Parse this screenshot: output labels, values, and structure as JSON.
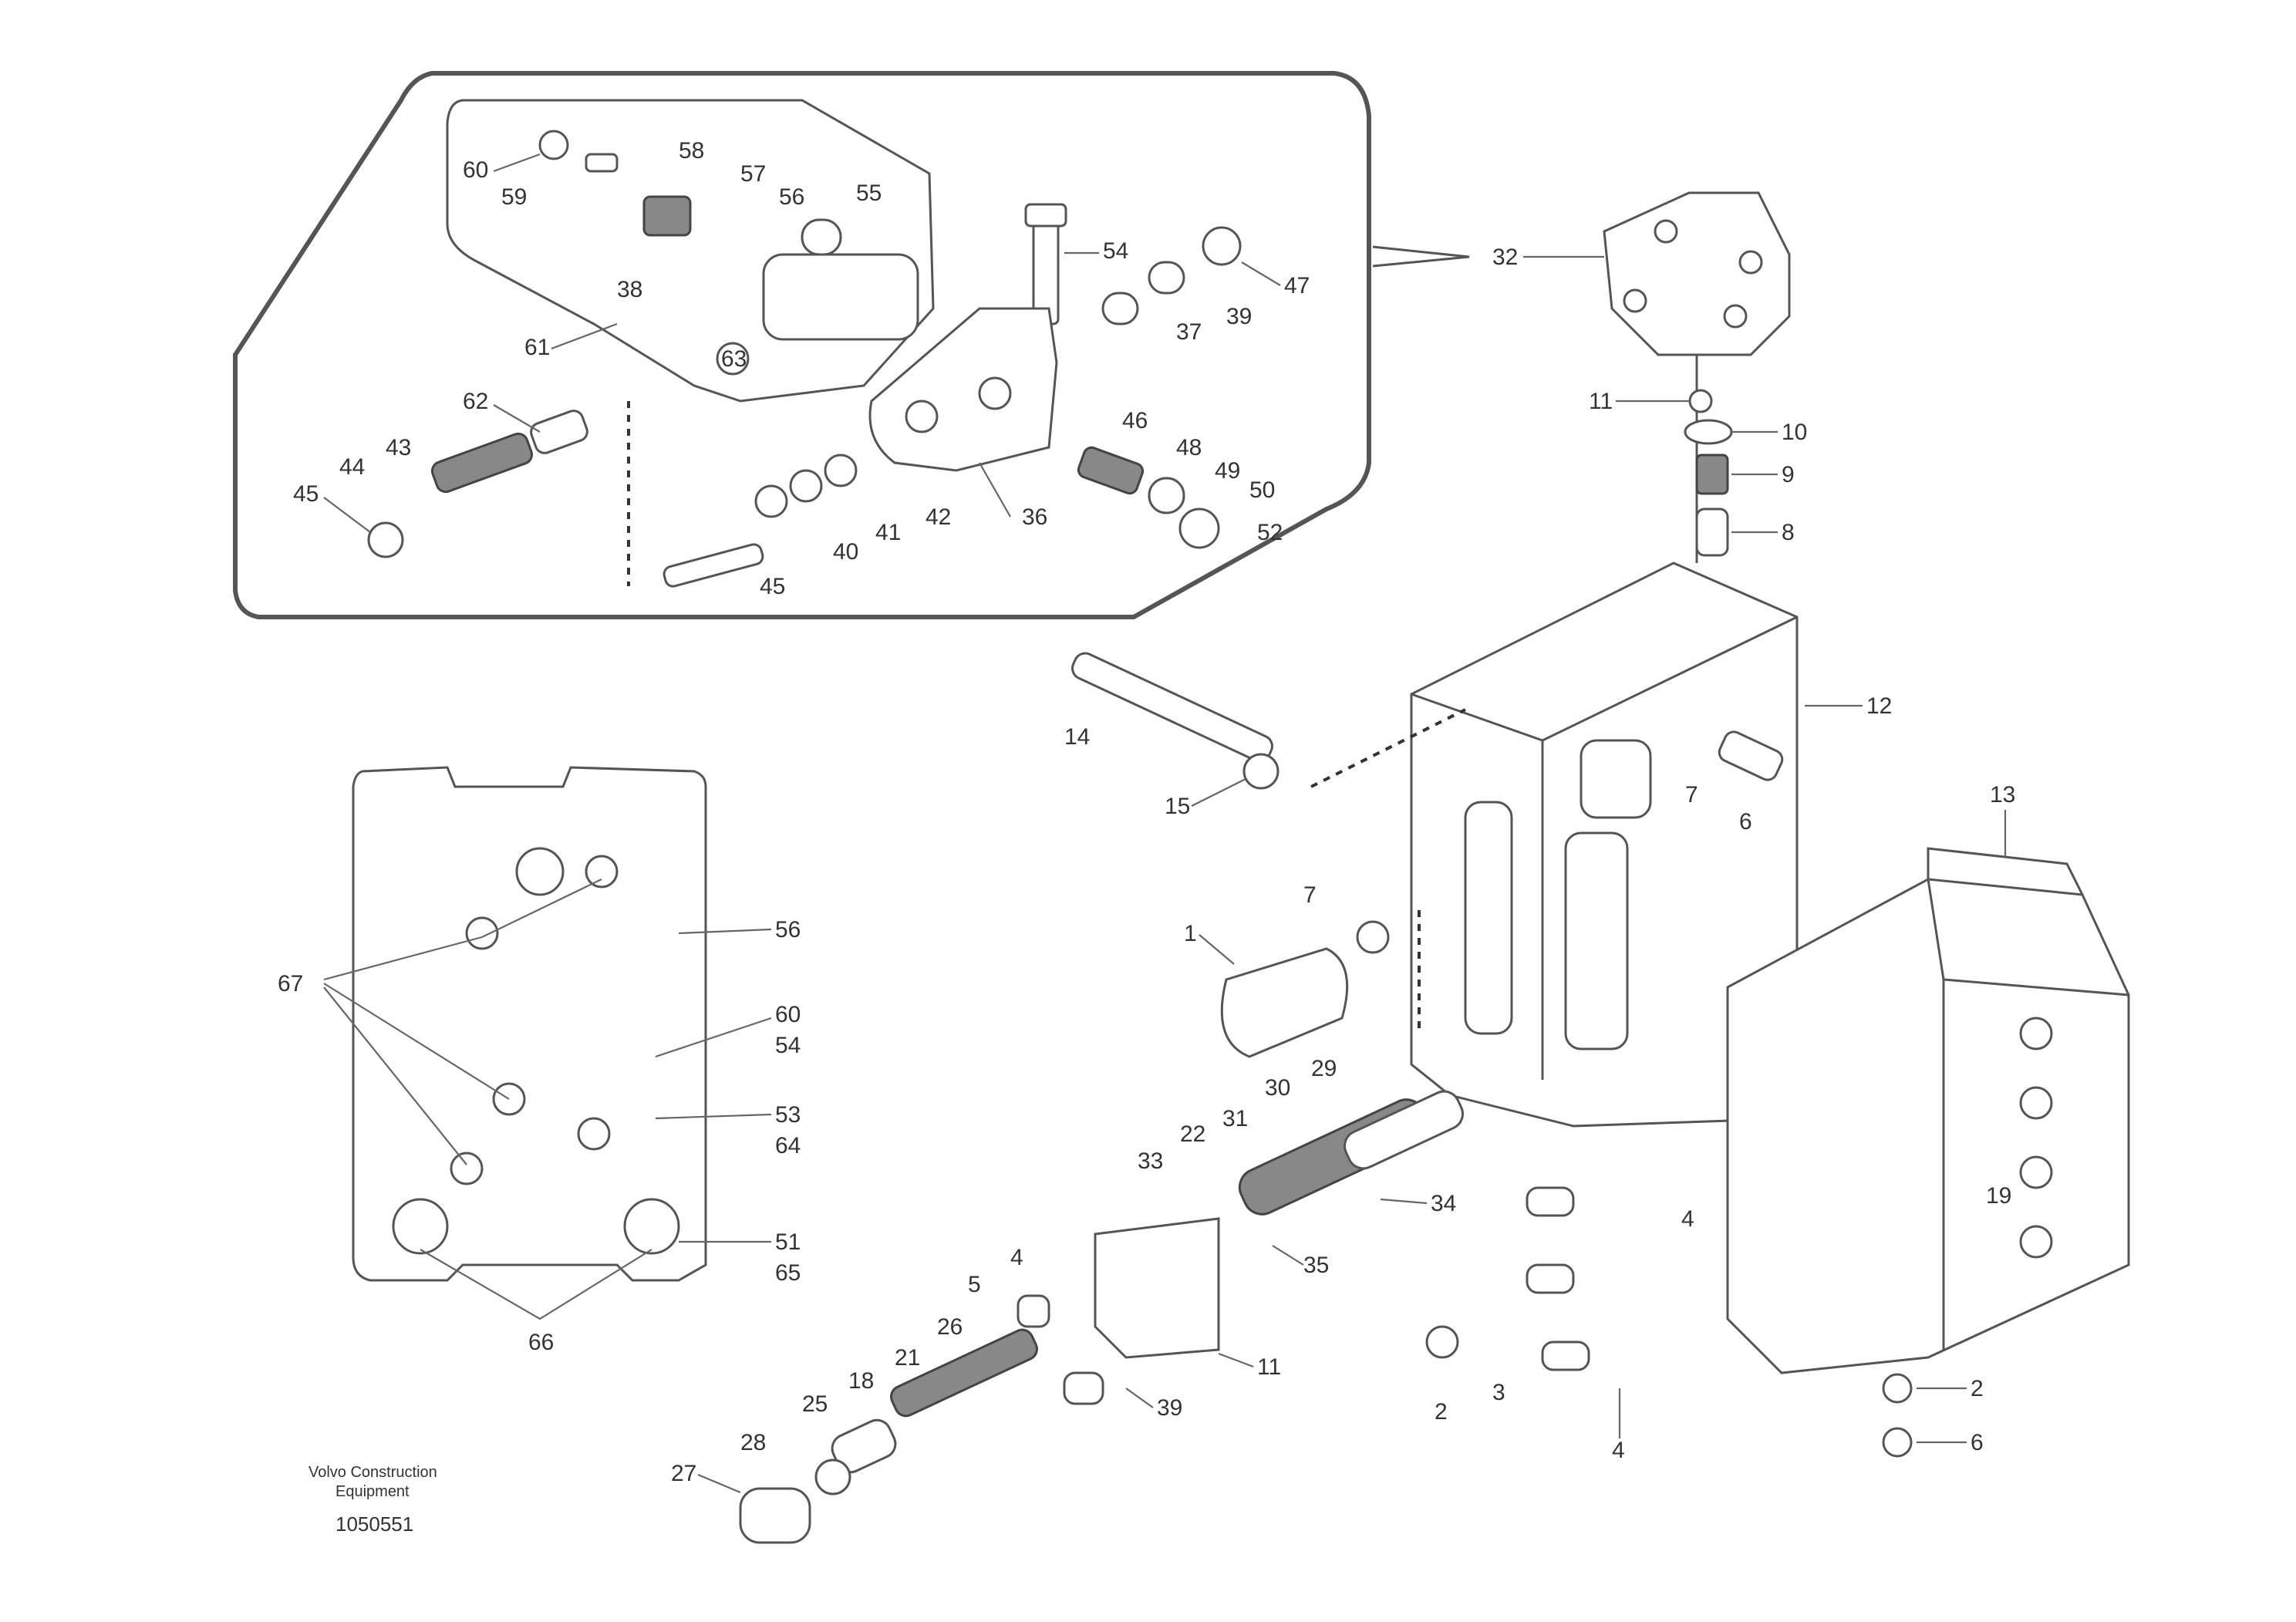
{
  "callouts": {
    "detail_inset": [
      {
        "id": "c-60a",
        "label": "60"
      },
      {
        "id": "c-59",
        "label": "59"
      },
      {
        "id": "c-58",
        "label": "58"
      },
      {
        "id": "c-57",
        "label": "57"
      },
      {
        "id": "c-56a",
        "label": "56"
      },
      {
        "id": "c-55",
        "label": "55"
      },
      {
        "id": "c-54a",
        "label": "54"
      },
      {
        "id": "c-47",
        "label": "47"
      },
      {
        "id": "c-39",
        "label": "39"
      },
      {
        "id": "c-37",
        "label": "37"
      },
      {
        "id": "c-38",
        "label": "38"
      },
      {
        "id": "c-61",
        "label": "61"
      },
      {
        "id": "c-63",
        "label": "63"
      },
      {
        "id": "c-62",
        "label": "62"
      },
      {
        "id": "c-43",
        "label": "43"
      },
      {
        "id": "c-44",
        "label": "44"
      },
      {
        "id": "c-45a",
        "label": "45"
      },
      {
        "id": "c-46",
        "label": "46"
      },
      {
        "id": "c-48",
        "label": "48"
      },
      {
        "id": "c-49",
        "label": "49"
      },
      {
        "id": "c-50",
        "label": "50"
      },
      {
        "id": "c-52",
        "label": "52"
      },
      {
        "id": "c-36",
        "label": "36"
      },
      {
        "id": "c-40",
        "label": "40"
      },
      {
        "id": "c-41",
        "label": "41"
      },
      {
        "id": "c-42",
        "label": "42"
      },
      {
        "id": "c-45b",
        "label": "45"
      }
    ],
    "main": [
      {
        "id": "m-32",
        "label": "32"
      },
      {
        "id": "m-11",
        "label": "11"
      },
      {
        "id": "m-10",
        "label": "10"
      },
      {
        "id": "m-9",
        "label": "9"
      },
      {
        "id": "m-8",
        "label": "8"
      },
      {
        "id": "m-12",
        "label": "12"
      },
      {
        "id": "m-14",
        "label": "14"
      },
      {
        "id": "m-15",
        "label": "15"
      },
      {
        "id": "m-7a",
        "label": "7"
      },
      {
        "id": "m-6a",
        "label": "6"
      },
      {
        "id": "m-7b",
        "label": "7"
      },
      {
        "id": "m-1",
        "label": "1"
      },
      {
        "id": "m-13",
        "label": "13"
      },
      {
        "id": "m-29",
        "label": "29"
      },
      {
        "id": "m-30",
        "label": "30"
      },
      {
        "id": "m-31",
        "label": "31"
      },
      {
        "id": "m-22",
        "label": "22"
      },
      {
        "id": "m-33",
        "label": "33"
      },
      {
        "id": "m-34",
        "label": "34"
      },
      {
        "id": "m-35",
        "label": "35"
      },
      {
        "id": "m-4a",
        "label": "4"
      },
      {
        "id": "m-5",
        "label": "5"
      },
      {
        "id": "m-26",
        "label": "26"
      },
      {
        "id": "m-21",
        "label": "21"
      },
      {
        "id": "m-18",
        "label": "18"
      },
      {
        "id": "m-25",
        "label": "25"
      },
      {
        "id": "m-28",
        "label": "28"
      },
      {
        "id": "m-27",
        "label": "27"
      },
      {
        "id": "m-11b",
        "label": "11"
      },
      {
        "id": "m-39b",
        "label": "39"
      },
      {
        "id": "m-2a",
        "label": "2"
      },
      {
        "id": "m-3",
        "label": "3"
      },
      {
        "id": "m-4b",
        "label": "4"
      },
      {
        "id": "m-2b",
        "label": "2"
      },
      {
        "id": "m-6b",
        "label": "6"
      },
      {
        "id": "m-4c",
        "label": "4"
      },
      {
        "id": "m-19",
        "label": "19"
      }
    ],
    "port_plate": [
      {
        "id": "p-67",
        "label": "67"
      },
      {
        "id": "p-56",
        "label": "56"
      },
      {
        "id": "p-60",
        "label": "60"
      },
      {
        "id": "p-54",
        "label": "54"
      },
      {
        "id": "p-53",
        "label": "53"
      },
      {
        "id": "p-64",
        "label": "64"
      },
      {
        "id": "p-51",
        "label": "51"
      },
      {
        "id": "p-65",
        "label": "65"
      },
      {
        "id": "p-66",
        "label": "66"
      }
    ]
  },
  "caption": {
    "line1": "Volvo Construction",
    "line2": "Equipment",
    "code": "1050551"
  }
}
